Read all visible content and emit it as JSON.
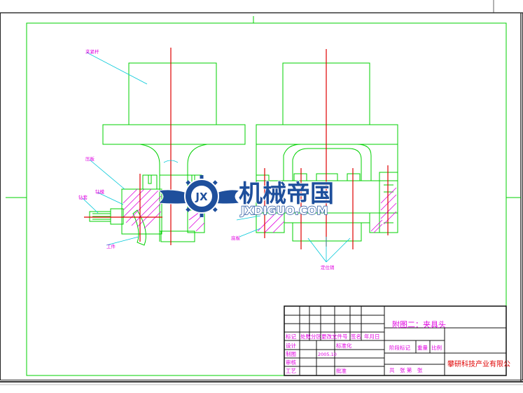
{
  "drawing": {
    "title": "附图二：夹具头",
    "company": "攀研科技产业有限公",
    "sheet_label": "共　张 第　张",
    "callout_labels": [
      "夹紧杆",
      "压板",
      "钻模",
      "钻套",
      "工件",
      "底板",
      "定位销"
    ]
  },
  "title_block": {
    "row_labels": [
      "标记",
      "处数",
      "分区",
      "更改文件号",
      "签名",
      "年月日"
    ],
    "design": "设计",
    "drawing_check": "制图",
    "review": "审核",
    "process": "工艺",
    "standardize": "标准化",
    "approve": "批准",
    "date_value": "2005.10",
    "stage_marks": "阶段标记",
    "weight": "重量",
    "scale": "比例"
  },
  "watermark": {
    "logo_letters": "JX",
    "name": "机械帝国",
    "domain": "JXDIGUO.COM"
  },
  "colors": {
    "outline": "#00d000",
    "center": "#e00000",
    "leader": "#00c8d8",
    "hatch": "#e000e0",
    "frame": "#222222",
    "watermark_blue": "#1e4f9c"
  }
}
